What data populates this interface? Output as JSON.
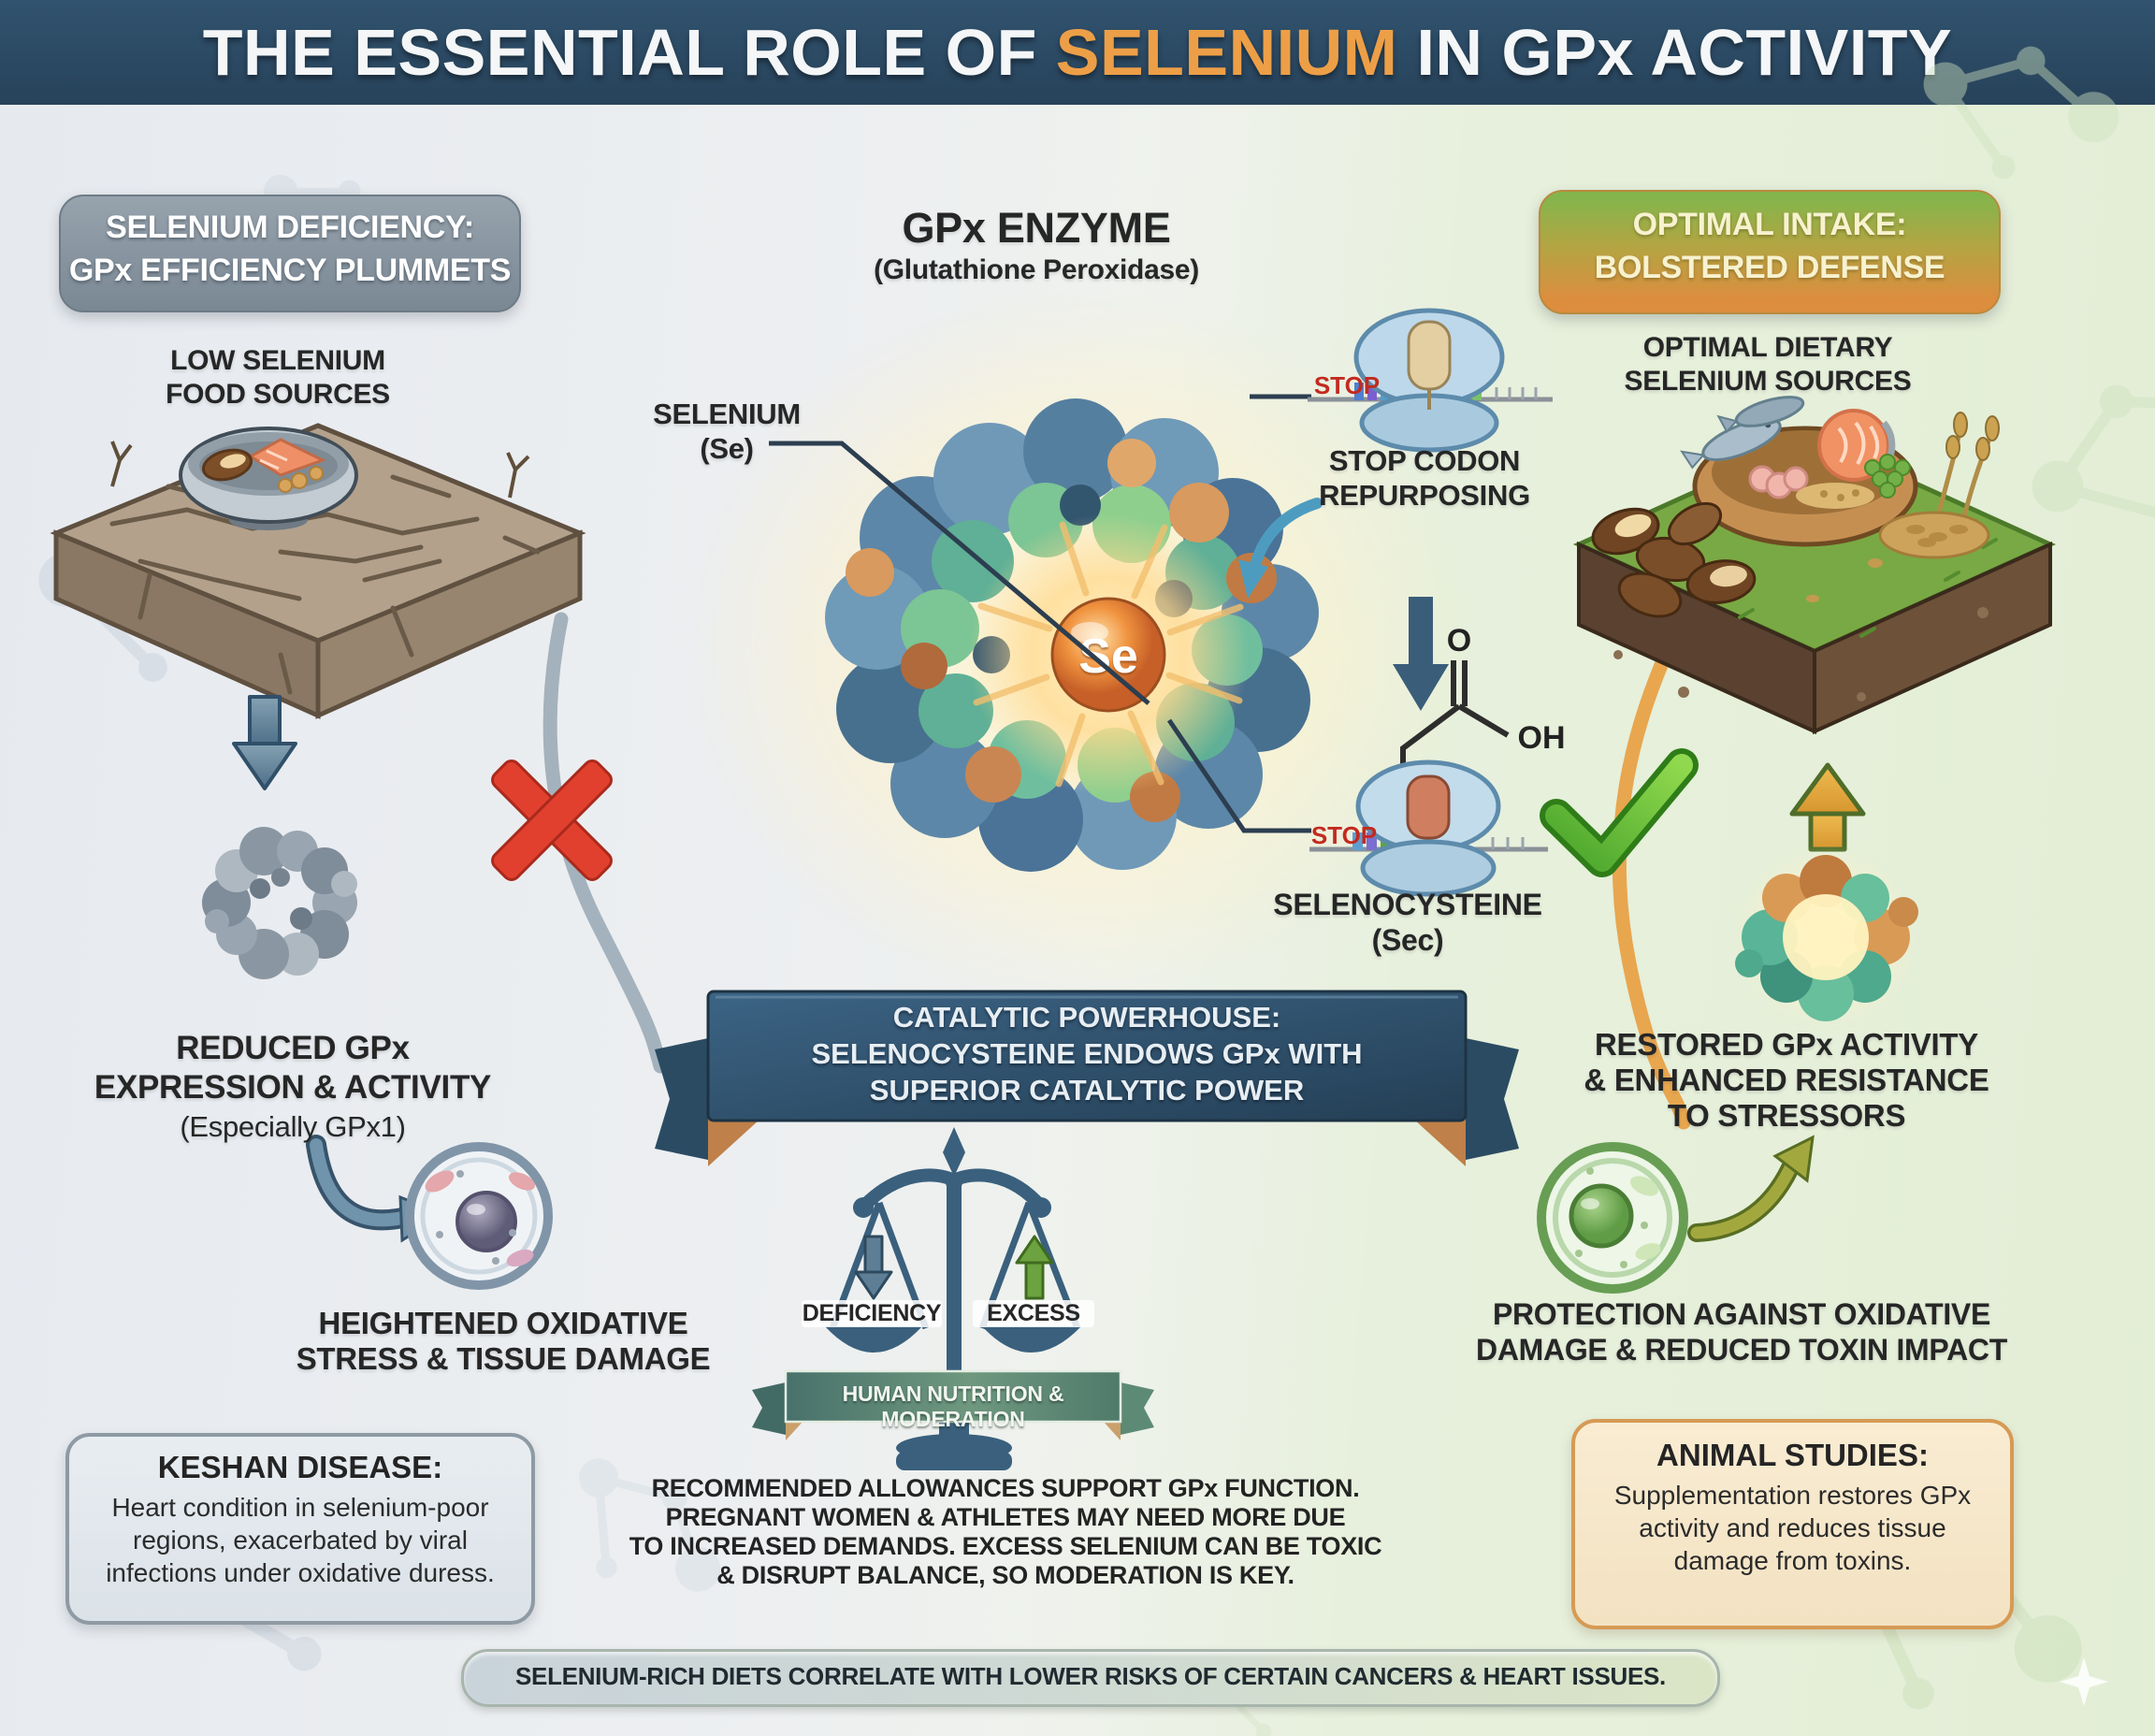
{
  "header": {
    "title_prefix": "THE ESSENTIAL ROLE OF ",
    "title_highlight": "SELENIUM",
    "title_suffix": " IN GPx ACTIVITY"
  },
  "left": {
    "badge": {
      "line1": "SELENIUM DEFICIENCY:",
      "line2": "GPx EFFICIENCY PLUMMETS"
    },
    "food_label": {
      "line1": "LOW SELENIUM",
      "line2": "FOOD SOURCES"
    },
    "reduced": {
      "line1": "REDUCED GPx",
      "line2": "EXPRESSION & ACTIVITY",
      "line3": "(Especially GPx1)"
    },
    "oxidative": {
      "line1": "HEIGHTENED OXIDATIVE",
      "line2": "STRESS & TISSUE DAMAGE"
    },
    "keshan": {
      "title": "KESHAN DISEASE:",
      "body": "Heart condition in selenium-poor regions, exacerbated by viral infections under oxidative duress."
    }
  },
  "center": {
    "enzyme": {
      "title": "GPx ENZYME",
      "subtitle": "(Glutathione Peroxidase)",
      "selenium_label_line1": "SELENIUM",
      "selenium_label_line2": "(Se)",
      "se_symbol": "Se"
    },
    "stop_codon": {
      "stop_text": "STOP",
      "label_line1": "STOP CODON",
      "label_line2": "REPURPOSING"
    },
    "selenocysteine": {
      "stop_text": "STOP",
      "o_atom": "O",
      "oh_group": "OH",
      "label_line1": "SELENOCYSTEINE",
      "label_line2": "(Sec)"
    },
    "banner": {
      "line1": "CATALYTIC POWERHOUSE:",
      "line2": "SELENOCYSTEINE ENDOWS GPx WITH",
      "line3": "SUPERIOR CATALYTIC POWER"
    },
    "scale": {
      "left_label": "DEFICIENCY",
      "right_label": "EXCESS"
    },
    "ribbon": "HUMAN NUTRITION & MODERATION",
    "paragraph": {
      "line1": "RECOMMENDED ALLOWANCES SUPPORT GPx FUNCTION.",
      "line2": "PREGNANT WOMEN & ATHLETES MAY NEED MORE DUE",
      "line3": "TO INCREASED DEMANDS. EXCESS SELENIUM CAN BE TOXIC",
      "line4": "& DISRUPT BALANCE, SO MODERATION IS KEY."
    }
  },
  "right": {
    "badge": {
      "line1": "OPTIMAL INTAKE:",
      "line2": "BOLSTERED DEFENSE"
    },
    "food_label": {
      "line1": "OPTIMAL DIETARY",
      "line2": "SELENIUM SOURCES"
    },
    "restored": {
      "line1": "RESTORED GPx ACTIVITY",
      "line2": "& ENHANCED RESISTANCE",
      "line3": "TO STRESSORS"
    },
    "protection": {
      "line1": "PROTECTION AGAINST OXIDATIVE",
      "line2": "DAMAGE & REDUCED TOXIN IMPACT"
    },
    "animal": {
      "title": "ANIMAL STUDIES:",
      "body": "Supplementation restores GPx activity and reduces tissue damage from toxins."
    }
  },
  "footer": {
    "banner": "SELENIUM-RICH DIETS CORRELATE WITH LOWER RISKS OF CERTAIN CANCERS & HEART ISSUES."
  },
  "colors": {
    "header_bg": "#2b4a63",
    "selenium_accent": "#ed9f47",
    "deficiency_gray": "#8694a0",
    "optimal_green": "#82b44c",
    "optimal_orange": "#dd8d3e",
    "banner_navy": "#2f5069",
    "ribbon_teal": "#527a6a",
    "check_green": "#67bd3a",
    "cross_red": "#d84436"
  }
}
